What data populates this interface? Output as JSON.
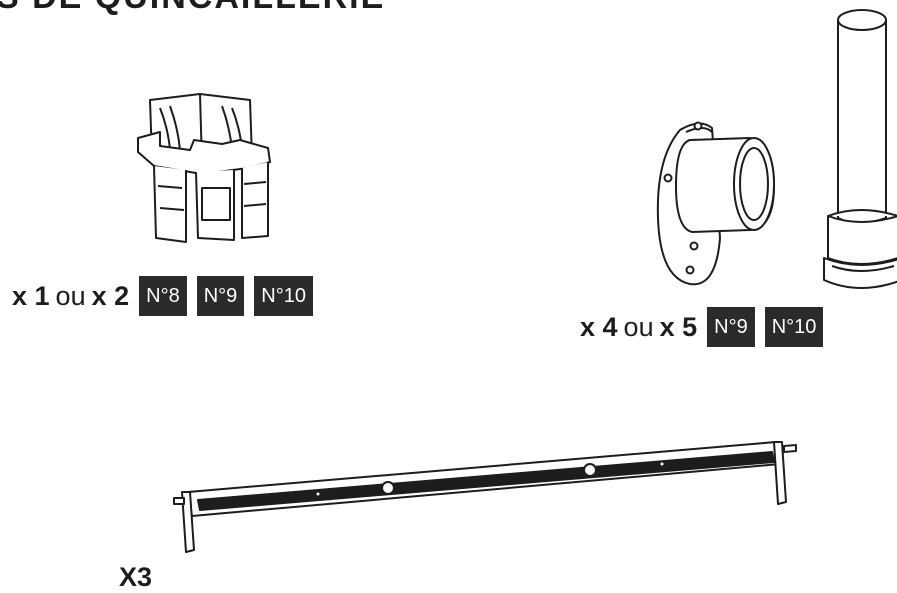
{
  "title": "S DE QUINCAILLERIE",
  "groups": [
    {
      "qty_a": "x 1",
      "separator": "ou",
      "qty_b": "x 2",
      "badges": [
        "N°8",
        "N°9",
        "N°10"
      ]
    },
    {
      "qty_a": "x 4",
      "separator": "ou",
      "qty_b": "x 5",
      "badges": [
        "N°9",
        "N°10"
      ]
    }
  ],
  "bar_qty": "X3",
  "colors": {
    "ink": "#1d1d1b",
    "badge_bg": "#2b2b2a",
    "badge_text": "#ffffff"
  },
  "icons": [
    "clip-bracket-icon",
    "flange-sleeve-icon",
    "tube-post-icon",
    "crossbar-icon"
  ]
}
